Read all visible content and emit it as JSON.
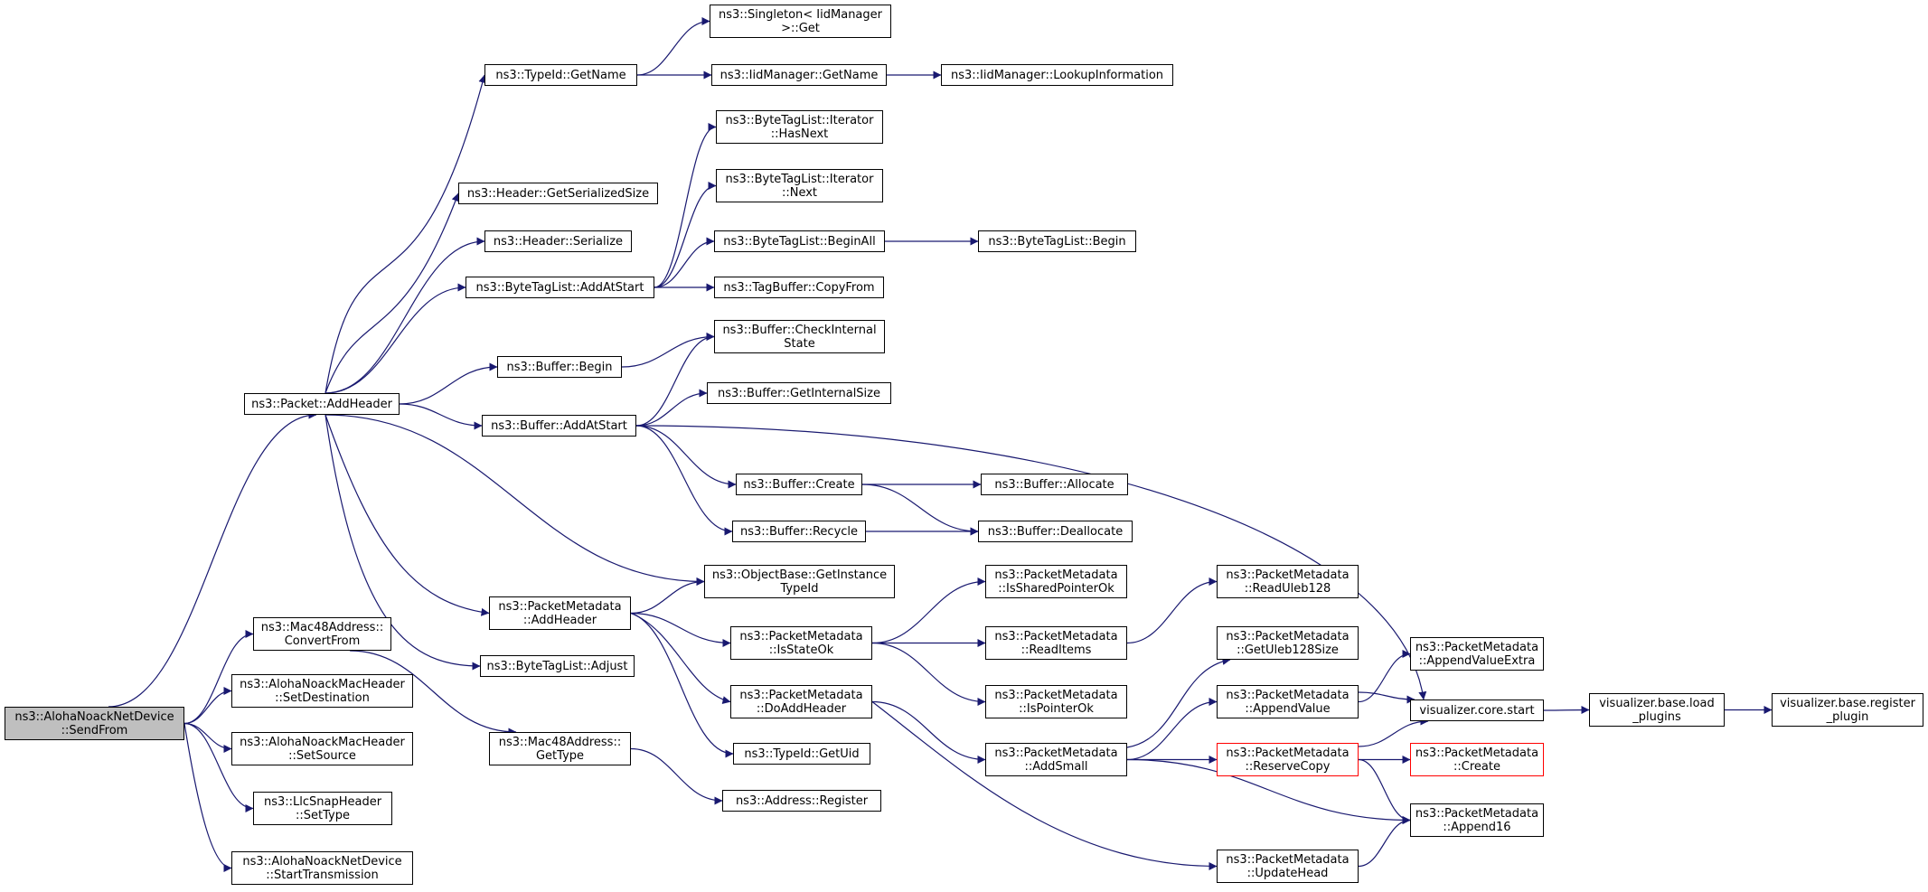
{
  "colors": {
    "edge": "#191970",
    "node_border": "#000000",
    "root_fill": "#bfbfbf",
    "red_border": "#ff0000"
  },
  "nodes": {
    "sendfrom": {
      "lines": [
        "ns3::AlohaNoackNetDevice",
        "::SendFrom"
      ]
    },
    "packet_addheader": {
      "lines": [
        "ns3::Packet::AddHeader"
      ]
    },
    "mac48_convertfrom": {
      "lines": [
        "ns3::Mac48Address::",
        "ConvertFrom"
      ]
    },
    "mac_setdestination": {
      "lines": [
        "ns3::AlohaNoackMacHeader",
        "::SetDestination"
      ]
    },
    "mac_setsource": {
      "lines": [
        "ns3::AlohaNoackMacHeader",
        "::SetSource"
      ]
    },
    "llcsnap_settype": {
      "lines": [
        "ns3::LlcSnapHeader",
        "::SetType"
      ]
    },
    "starttransmission": {
      "lines": [
        "ns3::AlohaNoackNetDevice",
        "::StartTransmission"
      ]
    },
    "typeid_getname": {
      "lines": [
        "ns3::TypeId::GetName"
      ]
    },
    "header_getserializedsize": {
      "lines": [
        "ns3::Header::GetSerializedSize"
      ]
    },
    "header_serialize": {
      "lines": [
        "ns3::Header::Serialize"
      ]
    },
    "bytetaglist_addatstart": {
      "lines": [
        "ns3::ByteTagList::AddAtStart"
      ]
    },
    "buffer_begin": {
      "lines": [
        "ns3::Buffer::Begin"
      ]
    },
    "buffer_addatstart": {
      "lines": [
        "ns3::Buffer::AddAtStart"
      ]
    },
    "pm_addheader": {
      "lines": [
        "ns3::PacketMetadata",
        "::AddHeader"
      ]
    },
    "bytetaglist_adjust": {
      "lines": [
        "ns3::ByteTagList::Adjust"
      ]
    },
    "mac48_gettype": {
      "lines": [
        "ns3::Mac48Address::",
        "GetType"
      ]
    },
    "singleton_get": {
      "lines": [
        "ns3::Singleton< IidManager",
        " >::Get"
      ]
    },
    "iidmanager_getname": {
      "lines": [
        "ns3::IidManager::GetName"
      ]
    },
    "iidmanager_lookup": {
      "lines": [
        "ns3::IidManager::LookupInformation"
      ]
    },
    "iter_hasnext": {
      "lines": [
        "ns3::ByteTagList::Iterator",
        "::HasNext"
      ]
    },
    "iter_next": {
      "lines": [
        "ns3::ByteTagList::Iterator",
        "::Next"
      ]
    },
    "bytetaglist_beginall": {
      "lines": [
        "ns3::ByteTagList::BeginAll"
      ]
    },
    "bytetaglist_begin": {
      "lines": [
        "ns3::ByteTagList::Begin"
      ]
    },
    "tagbuffer_copyfrom": {
      "lines": [
        "ns3::TagBuffer::CopyFrom"
      ]
    },
    "buffer_checkinternalstate": {
      "lines": [
        "ns3::Buffer::CheckInternal",
        "State"
      ]
    },
    "buffer_getinternalsize": {
      "lines": [
        "ns3::Buffer::GetInternalSize"
      ]
    },
    "buffer_create": {
      "lines": [
        "ns3::Buffer::Create"
      ]
    },
    "buffer_allocate": {
      "lines": [
        "ns3::Buffer::Allocate"
      ]
    },
    "buffer_recycle": {
      "lines": [
        "ns3::Buffer::Recycle"
      ]
    },
    "buffer_deallocate": {
      "lines": [
        "ns3::Buffer::Deallocate"
      ]
    },
    "objectbase_getinstancetypeid": {
      "lines": [
        "ns3::ObjectBase::GetInstance",
        "TypeId"
      ]
    },
    "pm_isstateok": {
      "lines": [
        "ns3::PacketMetadata",
        "::IsStateOk"
      ]
    },
    "pm_doaddheader": {
      "lines": [
        "ns3::PacketMetadata",
        "::DoAddHeader"
      ]
    },
    "typeid_getuid": {
      "lines": [
        "ns3::TypeId::GetUid"
      ]
    },
    "address_register": {
      "lines": [
        "ns3::Address::Register"
      ]
    },
    "pm_issharedpointerok": {
      "lines": [
        "ns3::PacketMetadata",
        "::IsSharedPointerOk"
      ]
    },
    "pm_readitems": {
      "lines": [
        "ns3::PacketMetadata",
        "::ReadItems"
      ]
    },
    "pm_ispointerok": {
      "lines": [
        "ns3::PacketMetadata",
        "::IsPointerOk"
      ]
    },
    "pm_addsmall": {
      "lines": [
        "ns3::PacketMetadata",
        "::AddSmall"
      ]
    },
    "pm_readuleb128": {
      "lines": [
        "ns3::PacketMetadata",
        "::ReadUleb128"
      ]
    },
    "pm_getuleb128size": {
      "lines": [
        "ns3::PacketMetadata",
        "::GetUleb128Size"
      ]
    },
    "pm_appendvalue": {
      "lines": [
        "ns3::PacketMetadata",
        "::AppendValue"
      ]
    },
    "pm_reservecopy": {
      "lines": [
        "ns3::PacketMetadata",
        "::ReserveCopy"
      ]
    },
    "pm_updatehead": {
      "lines": [
        "ns3::PacketMetadata",
        "::UpdateHead"
      ]
    },
    "pm_appendvalueextra": {
      "lines": [
        "ns3::PacketMetadata",
        "::AppendValueExtra"
      ]
    },
    "vis_core_start": {
      "lines": [
        "visualizer.core.start"
      ]
    },
    "pm_create": {
      "lines": [
        "ns3::PacketMetadata",
        "::Create"
      ]
    },
    "pm_append16": {
      "lines": [
        "ns3::PacketMetadata",
        "::Append16"
      ]
    },
    "vis_load_plugins": {
      "lines": [
        "visualizer.base.load",
        "_plugins"
      ]
    },
    "vis_register_plugin": {
      "lines": [
        "visualizer.base.register",
        "_plugin"
      ]
    }
  },
  "edges": [
    [
      "sendfrom",
      "packet_addheader"
    ],
    [
      "sendfrom",
      "mac48_convertfrom"
    ],
    [
      "sendfrom",
      "mac_setdestination"
    ],
    [
      "sendfrom",
      "mac_setsource"
    ],
    [
      "sendfrom",
      "llcsnap_settype"
    ],
    [
      "sendfrom",
      "starttransmission"
    ],
    [
      "packet_addheader",
      "typeid_getname"
    ],
    [
      "packet_addheader",
      "header_getserializedsize"
    ],
    [
      "packet_addheader",
      "header_serialize"
    ],
    [
      "packet_addheader",
      "bytetaglist_addatstart"
    ],
    [
      "packet_addheader",
      "buffer_begin"
    ],
    [
      "packet_addheader",
      "buffer_addatstart"
    ],
    [
      "packet_addheader",
      "objectbase_getinstancetypeid"
    ],
    [
      "packet_addheader",
      "pm_addheader"
    ],
    [
      "packet_addheader",
      "bytetaglist_adjust"
    ],
    [
      "mac48_convertfrom",
      "mac48_gettype"
    ],
    [
      "mac48_gettype",
      "address_register"
    ],
    [
      "typeid_getname",
      "singleton_get"
    ],
    [
      "typeid_getname",
      "iidmanager_getname"
    ],
    [
      "iidmanager_getname",
      "iidmanager_lookup"
    ],
    [
      "bytetaglist_addatstart",
      "iter_hasnext"
    ],
    [
      "bytetaglist_addatstart",
      "iter_next"
    ],
    [
      "bytetaglist_addatstart",
      "bytetaglist_beginall"
    ],
    [
      "bytetaglist_addatstart",
      "tagbuffer_copyfrom"
    ],
    [
      "bytetaglist_beginall",
      "bytetaglist_begin"
    ],
    [
      "buffer_begin",
      "buffer_checkinternalstate"
    ],
    [
      "buffer_addatstart",
      "buffer_checkinternalstate"
    ],
    [
      "buffer_addatstart",
      "buffer_getinternalsize"
    ],
    [
      "buffer_addatstart",
      "buffer_create"
    ],
    [
      "buffer_addatstart",
      "buffer_recycle"
    ],
    [
      "buffer_addatstart",
      "vis_core_start"
    ],
    [
      "buffer_create",
      "buffer_allocate"
    ],
    [
      "buffer_create",
      "buffer_deallocate"
    ],
    [
      "buffer_recycle",
      "buffer_deallocate"
    ],
    [
      "pm_addheader",
      "objectbase_getinstancetypeid"
    ],
    [
      "pm_addheader",
      "pm_isstateok"
    ],
    [
      "pm_addheader",
      "pm_doaddheader"
    ],
    [
      "pm_addheader",
      "typeid_getuid"
    ],
    [
      "pm_isstateok",
      "pm_issharedpointerok"
    ],
    [
      "pm_isstateok",
      "pm_readitems"
    ],
    [
      "pm_isstateok",
      "pm_ispointerok"
    ],
    [
      "pm_readitems",
      "pm_readuleb128"
    ],
    [
      "pm_doaddheader",
      "pm_addsmall"
    ],
    [
      "pm_doaddheader",
      "pm_updatehead"
    ],
    [
      "pm_addsmall",
      "pm_getuleb128size"
    ],
    [
      "pm_addsmall",
      "pm_appendvalue"
    ],
    [
      "pm_addsmall",
      "pm_reservecopy"
    ],
    [
      "pm_addsmall",
      "pm_append16"
    ],
    [
      "pm_appendvalue",
      "pm_appendvalueextra"
    ],
    [
      "pm_appendvalue",
      "vis_core_start"
    ],
    [
      "pm_reservecopy",
      "vis_core_start"
    ],
    [
      "pm_reservecopy",
      "pm_create"
    ],
    [
      "pm_reservecopy",
      "pm_append16"
    ],
    [
      "pm_updatehead",
      "pm_append16"
    ],
    [
      "vis_core_start",
      "vis_load_plugins"
    ],
    [
      "vis_load_plugins",
      "vis_register_plugin"
    ]
  ]
}
